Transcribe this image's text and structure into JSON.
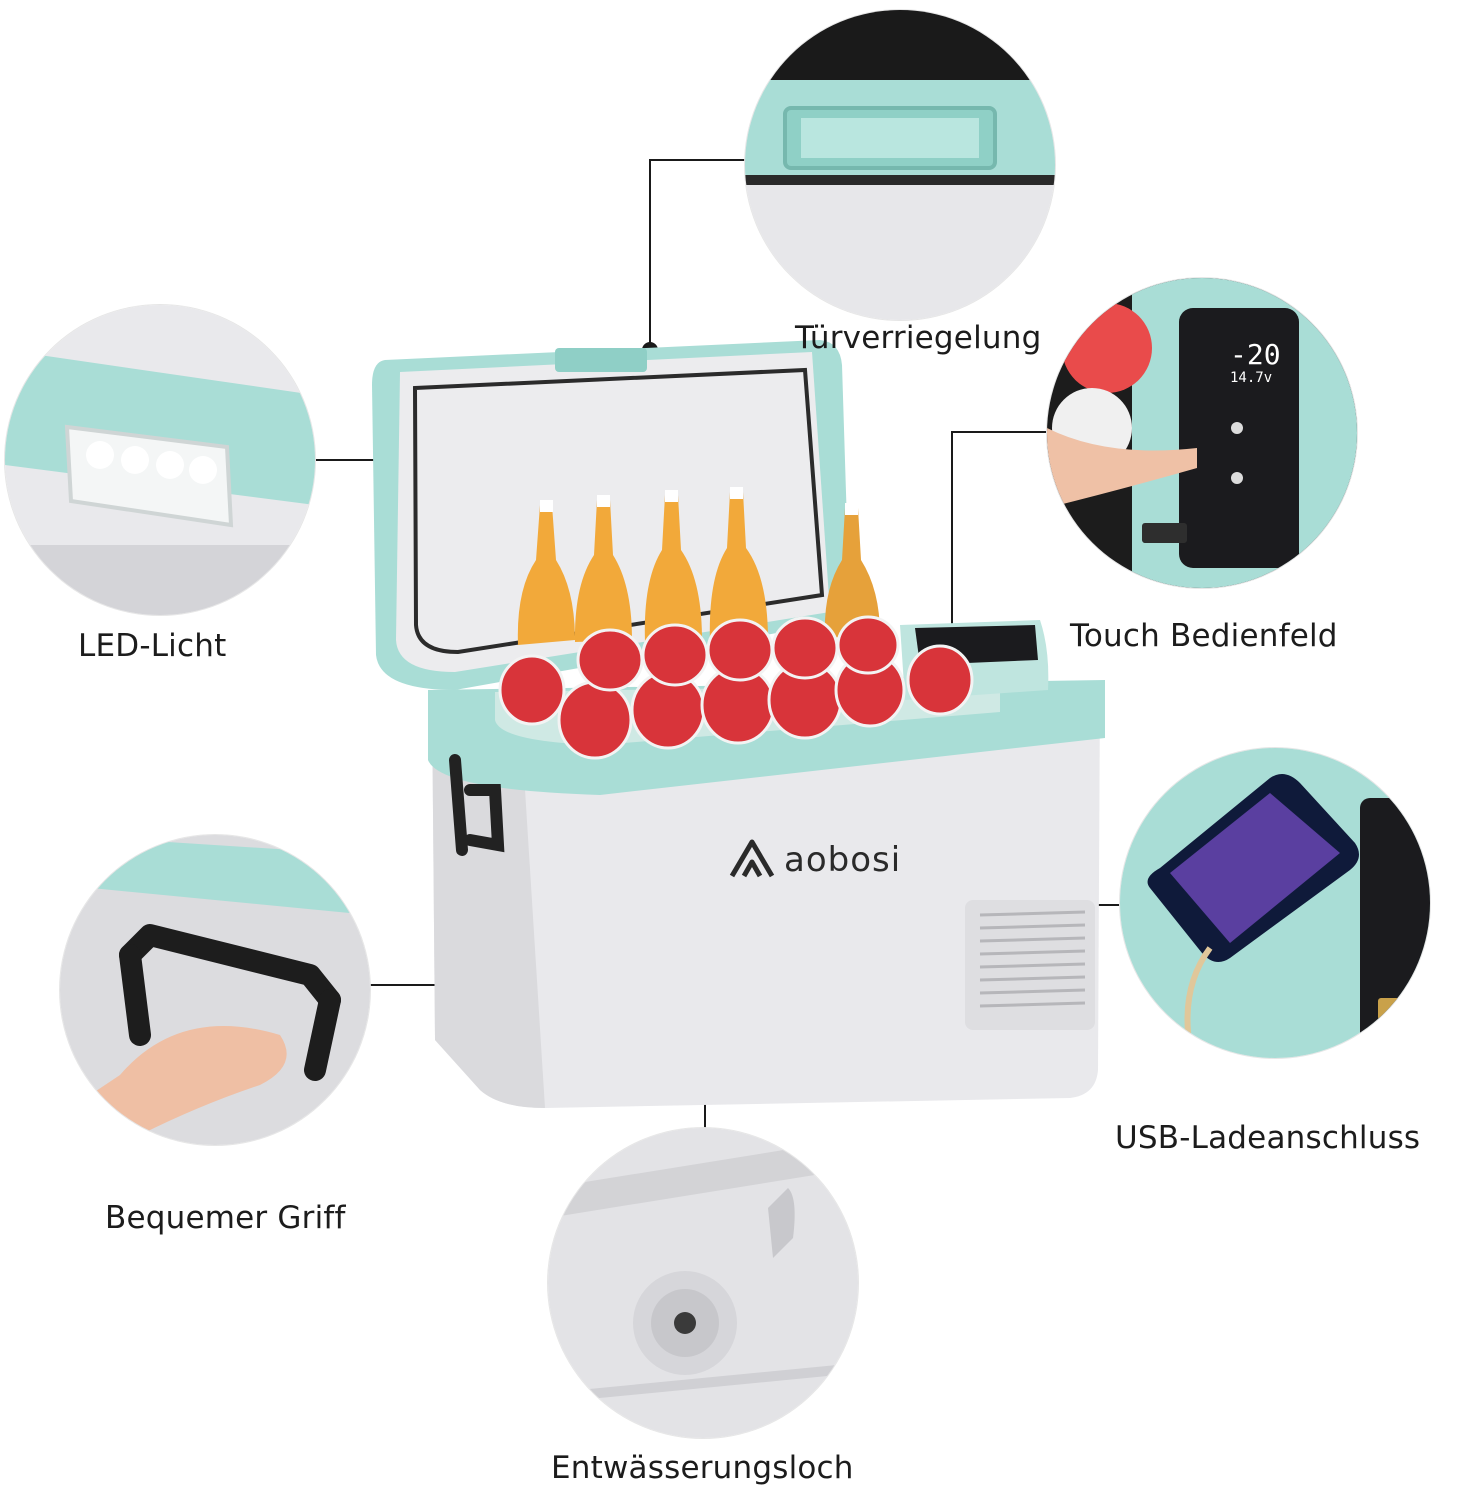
{
  "brand": {
    "name": "aobosi"
  },
  "display": {
    "temperature": "-20",
    "voltage": "14.7v"
  },
  "features": {
    "door_lock": "Türverriegelung",
    "led_light": "LED-Licht",
    "touch_panel": "Touch Bedienfeld",
    "usb_port": "USB-Ladeanschluss",
    "handle": "Bequemer Griff",
    "drain_hole": "Entwässerungsloch"
  },
  "colors": {
    "accent_mint": "#a9ddd6",
    "body_grey": "#e9e9ec",
    "panel_black": "#1b1b1e",
    "leader_line": "#1a1a1a"
  }
}
